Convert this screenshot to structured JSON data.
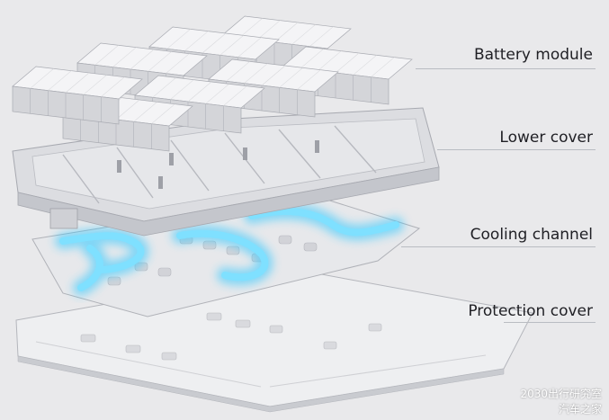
{
  "labels": {
    "battery_module": "Battery module",
    "lower_cover": "Lower cover",
    "cooling_channel": "Cooling channel",
    "protection_cover": "Protection cover"
  },
  "watermark": {
    "line1": "2030出行研究室",
    "line2": "汽车之家"
  },
  "colors": {
    "background": "#e9e9eb",
    "coolant": "#2ec8ff",
    "metal_light": "#f4f4f6",
    "metal_mid": "#d4d5d9",
    "metal_dark": "#a9abb2",
    "text": "#1f1f24"
  }
}
